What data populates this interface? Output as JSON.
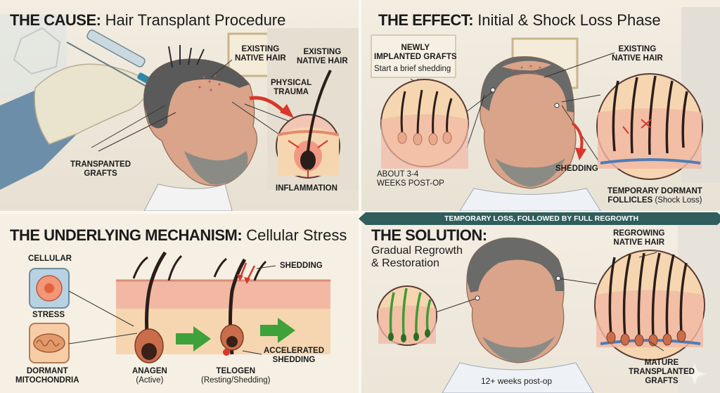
{
  "panel1": {
    "title_bold": "THE CAUSE:",
    "title_rest": "Hair Transplant Procedure",
    "label_existing_native": [
      "EXISTING",
      "NATIVE HAIR"
    ],
    "label_existing_native_2": [
      "EXISTING",
      "NATIVE HAIR"
    ],
    "label_physical_trauma": [
      "PHYSICAL",
      "TRAUMA"
    ],
    "label_transplanted": [
      "TRANSPANTED",
      "GRAFTS"
    ],
    "label_inflammation": "INFLAMMATION"
  },
  "panel2": {
    "title_bold": "THE EFFECT:",
    "title_rest": "Initial & Shock Loss Phase",
    "label_newly": [
      "NEWLY",
      "IMPLANTED GRAFTS"
    ],
    "label_newly_sub": "Start a brief shedding",
    "label_existing": [
      "EXISTING",
      "NATIVE HAIR"
    ],
    "label_weeks": [
      "ABOUT 3-4",
      "WEEKS POST-OP"
    ],
    "label_shedding": "SHEDDING",
    "label_dormant": "TEMPORARY DORMANT",
    "label_dormant_2": "FOLLICLES",
    "label_dormant_sub": "(Shock Loss)"
  },
  "banner": "TEMPORARY LOSS, FOLLOWED BY FULL REGROWTH",
  "panel3": {
    "title_bold": "THE UNDERLYING MECHANISM:",
    "title_rest": "Cellular Stress",
    "label_cellular": "CELLULAR",
    "label_stress": "STRESS",
    "label_dormant_mito": [
      "DORMANT",
      "MITOCHONDRIA"
    ],
    "label_shedding": "SHEDDING",
    "label_accelerated": [
      "ACCELERATED",
      "SHEDDING"
    ],
    "label_anagen": "ANAGEN",
    "label_anagen_sub": "(Active)",
    "label_telogen": "TELOGEN",
    "label_telogen_sub": "(Resting/Shedding)"
  },
  "panel4": {
    "title_bold": "THE SOLUTION:",
    "title_rest": [
      "Gradual Regrowth",
      "& Restoration"
    ],
    "label_regrowing": [
      "REGROWING",
      "NATIVE HAIR"
    ],
    "label_mature": [
      "MATURE",
      "TRANSPLANTED",
      "GRAFTS"
    ],
    "label_weeks": "12+ weeks post-op"
  },
  "colors": {
    "banner": "#2f5e5c",
    "trauma_arrow": "#d8372a",
    "skin": "#f2b8a4",
    "dermis": "#f5d6b0",
    "green_arrow": "#3fa13a",
    "regrowth_green": "#3e9b36"
  }
}
